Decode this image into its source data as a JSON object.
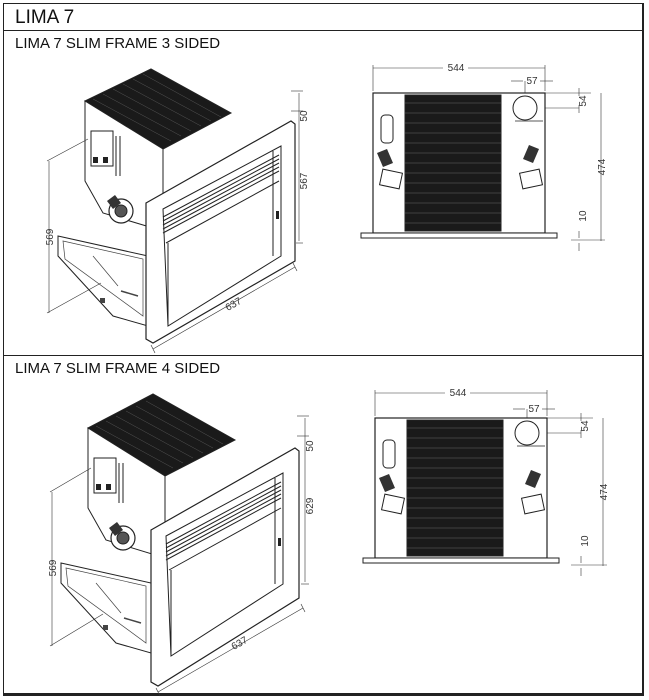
{
  "document": {
    "title": "LIMA 7"
  },
  "sections": [
    {
      "title": "LIMA 7 SLIM FRAME 3 SIDED",
      "iso_view": {
        "dimensions": {
          "frame_top": "50",
          "height": "567",
          "depth": "569",
          "width": "637"
        }
      },
      "front_view": {
        "dimensions": {
          "width": "544",
          "flue_offset": "57",
          "flue_top": "54",
          "height": "474",
          "base": "10"
        }
      }
    },
    {
      "title": "LIMA 7 SLIM FRAME 4 SIDED",
      "iso_view": {
        "dimensions": {
          "frame_top": "50",
          "height": "629",
          "depth": "569",
          "width": "637"
        }
      },
      "front_view": {
        "dimensions": {
          "width": "544",
          "flue_offset": "57",
          "flue_top": "54",
          "height": "474",
          "base": "10"
        }
      }
    }
  ],
  "colors": {
    "line": "#222222",
    "fill_dark": "#1a1a1a",
    "background": "#ffffff"
  }
}
